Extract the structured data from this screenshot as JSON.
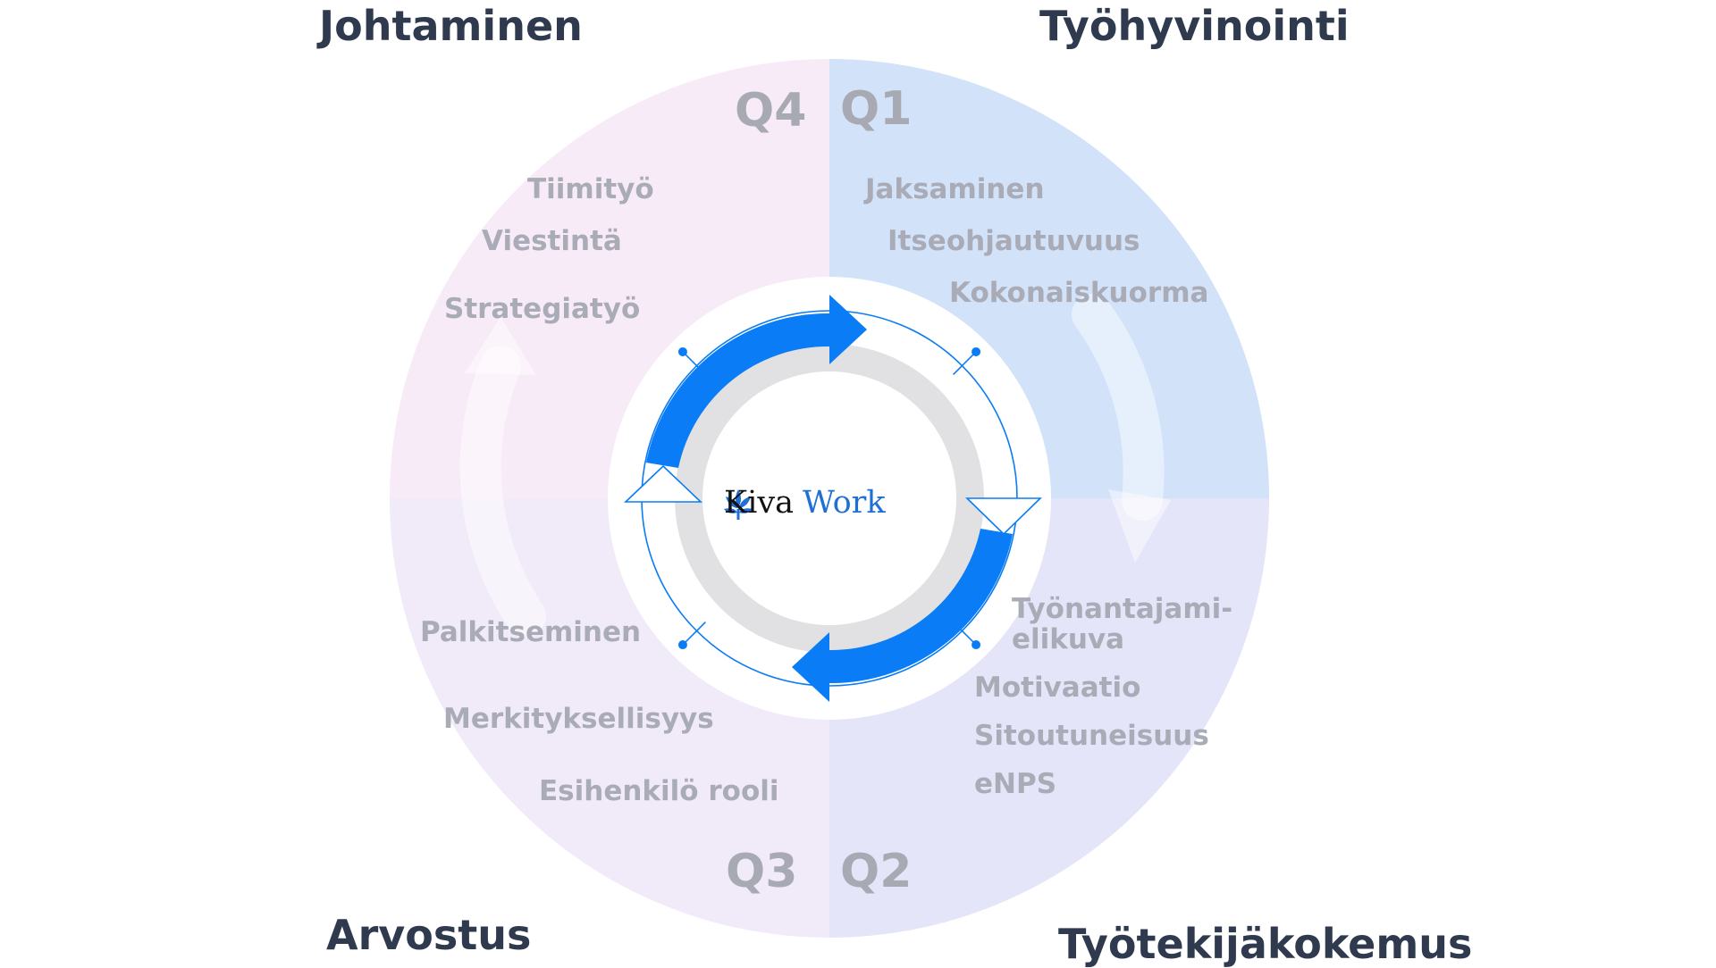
{
  "colors": {
    "q1": "#d2e2f9",
    "q2": "#e5e5f9",
    "q3": "#f1ebf9",
    "q4": "#f8ebf8",
    "arrow": "#0a7cf5",
    "text_dark": "#2f3a4f",
    "text_muted": "#a9abb6"
  },
  "titles": {
    "top_left": "Johtaminen",
    "top_right": "Työhyvinointi",
    "bottom_left": "Arvostus",
    "bottom_right": "Työtekijäkokemus"
  },
  "quarters": {
    "q1": "Q1",
    "q2": "Q2",
    "q3": "Q3",
    "q4": "Q4"
  },
  "topics": {
    "q1": [
      "Jaksaminen",
      "Itseohjautuvuus",
      "Kokonaiskuorma"
    ],
    "q2": [
      "Työnantajami-",
      "elikuva",
      "Motivaatio",
      "Sitoutuneisuus",
      "eNPS"
    ],
    "q3": [
      "Palkitseminen",
      "Merkityksellisyys",
      "Esihenkilö rooli"
    ],
    "q4": [
      "Tiimityö",
      "Viestintä",
      "Strategiatyö"
    ]
  },
  "logo": {
    "part1": "Kiva",
    "part2": "Work",
    "icon": "leaf-logo-icon"
  }
}
